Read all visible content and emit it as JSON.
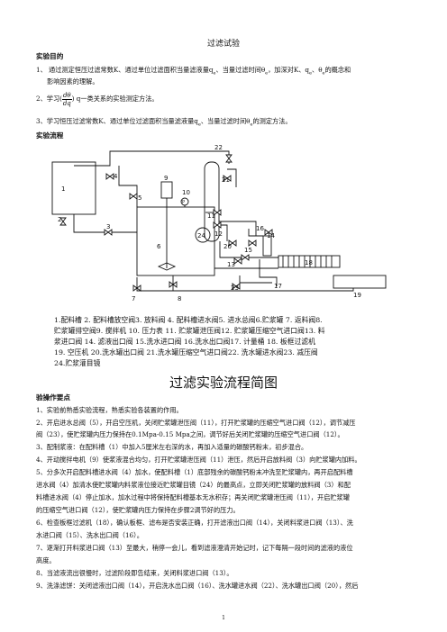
{
  "doc_title": "过滤试验",
  "s1_heading": "实验目的",
  "s1_items": [
    "1、 通过测定恒压过滤常数K、通过单位过滤面积当量滤液量q",
    "影响因素的理解。",
    "2、学习(",
    ") q一类关系的实验测定方法。",
    "3、学习恒压过滤常数K、通过单位过滤面积当量滤液量q",
    "的测定方法。"
  ],
  "s1_item1_tail": "、当量过滤时间θ",
  "s1_item1_tail2": "，加深对K、q",
  "s1_item1_tail3": "、θ",
  "s1_item1_tail4": "的概念和",
  "s1_item3_mid": "、当量过滤时间θ",
  "frac_num": "dθ",
  "frac_den": "dq",
  "sub_e": "e",
  "s2_heading": "实验流程",
  "diagram_labels": [
    "1",
    "2",
    "3",
    "4",
    "5",
    "6",
    "7",
    "8",
    "9",
    "10",
    "11",
    "12",
    "13",
    "14",
    "15",
    "16",
    "17",
    "18",
    "19",
    "20",
    "21",
    "22",
    "23",
    "24",
    "P"
  ],
  "legend": [
    "1.配料槽 2. 配料槽放空阀3. 放料阀 4. 配料槽进水阀5. 进水总阀6.贮浆罐 7. 返料阀8.",
    "贮浆罐排空阀9. 搅拌机 10. 压力表 11. 贮浆罐泄压阀12. 贮浆罐压缩空气进口阀13. 料",
    "浆进口阀 14. 滤液出口阀 15.洗水进口阀 16.洗水出口阀17. 计量桶 18. 板框过滤机",
    "19. 空压机 20.洗水罐出口阀 21.洗水罐压缩空气进口阀22. 洗水罐进水阀23. 减压阀",
    "24.贮浆灌目镜"
  ],
  "diagram_title": "过滤实验流程简图",
  "s3_heading": "验操作要点",
  "steps": [
    "1、实验前熟悉实验流程，熟悉实验各装置的作用。",
    "2、开启进水总阀（5），开启空压机，关闭贮浆罐泄压阀（11），打开贮浆罐的压缩空气进口阀（12），调节减压",
    "阀（23），使贮浆罐内压力保持在0.1Mpa-0.15 Mpa之间，调节好后关闭贮浆罐的压缩空气进口阀（12）。",
    "3、配制浆液：在配料槽（1）中加入5厘米左右深的水，再加入适量的碳酸钙粉末，初步混合。",
    "4、开动搅拌电机（9）使浆液混合均匀，打开贮浆罐泄压阀（11）泄压，然后开启放料阀（3）向贮浆罐内加料。",
    "5、分多次开启配料槽进水阀（4）加水，使配料槽（1）底部残余的碳酸钙粉末冲洗至贮浆罐内，再开启配料槽",
    "进水阀（4）加清水使贮浆罐内料浆液位接近贮浆罐目镜（24）的最高点，立即关闭贮浆罐的放料阀（3）和配",
    "料槽进水阀（4）停止加水，加水过程中将保持配料槽基本无水积存；再关闭贮浆罐泄压阀（11），开启贮浆罐",
    "的压缩空气进口阀（12），使贮浆罐内压力保持在步骤2调节好的压力。",
    "6、检查板框过滤机（18），确认板框、滤布是否安装正确，打开滤液出口阀（14），关闭料浆进口阀（13）、洗",
    "水进口阀（15）、洗水出口阀（16）。",
    "7、逐渐打开料浆进口阀（13）至最大，稍停一会儿，看到滤液澄清开始记时，记下每隔一段时间的滤液的液位",
    "高度。",
    "8、当滤液流出很慢时，过滤阶段即告结束，关闭料浆进口阀（13）。",
    "9、洗涤滤饼：关闭滤液出口阀（14），开启洗水出口阀（16）、洗水罐进水阀（22）、洗水罐出口阀（20），然后"
  ],
  "page_number": "1"
}
